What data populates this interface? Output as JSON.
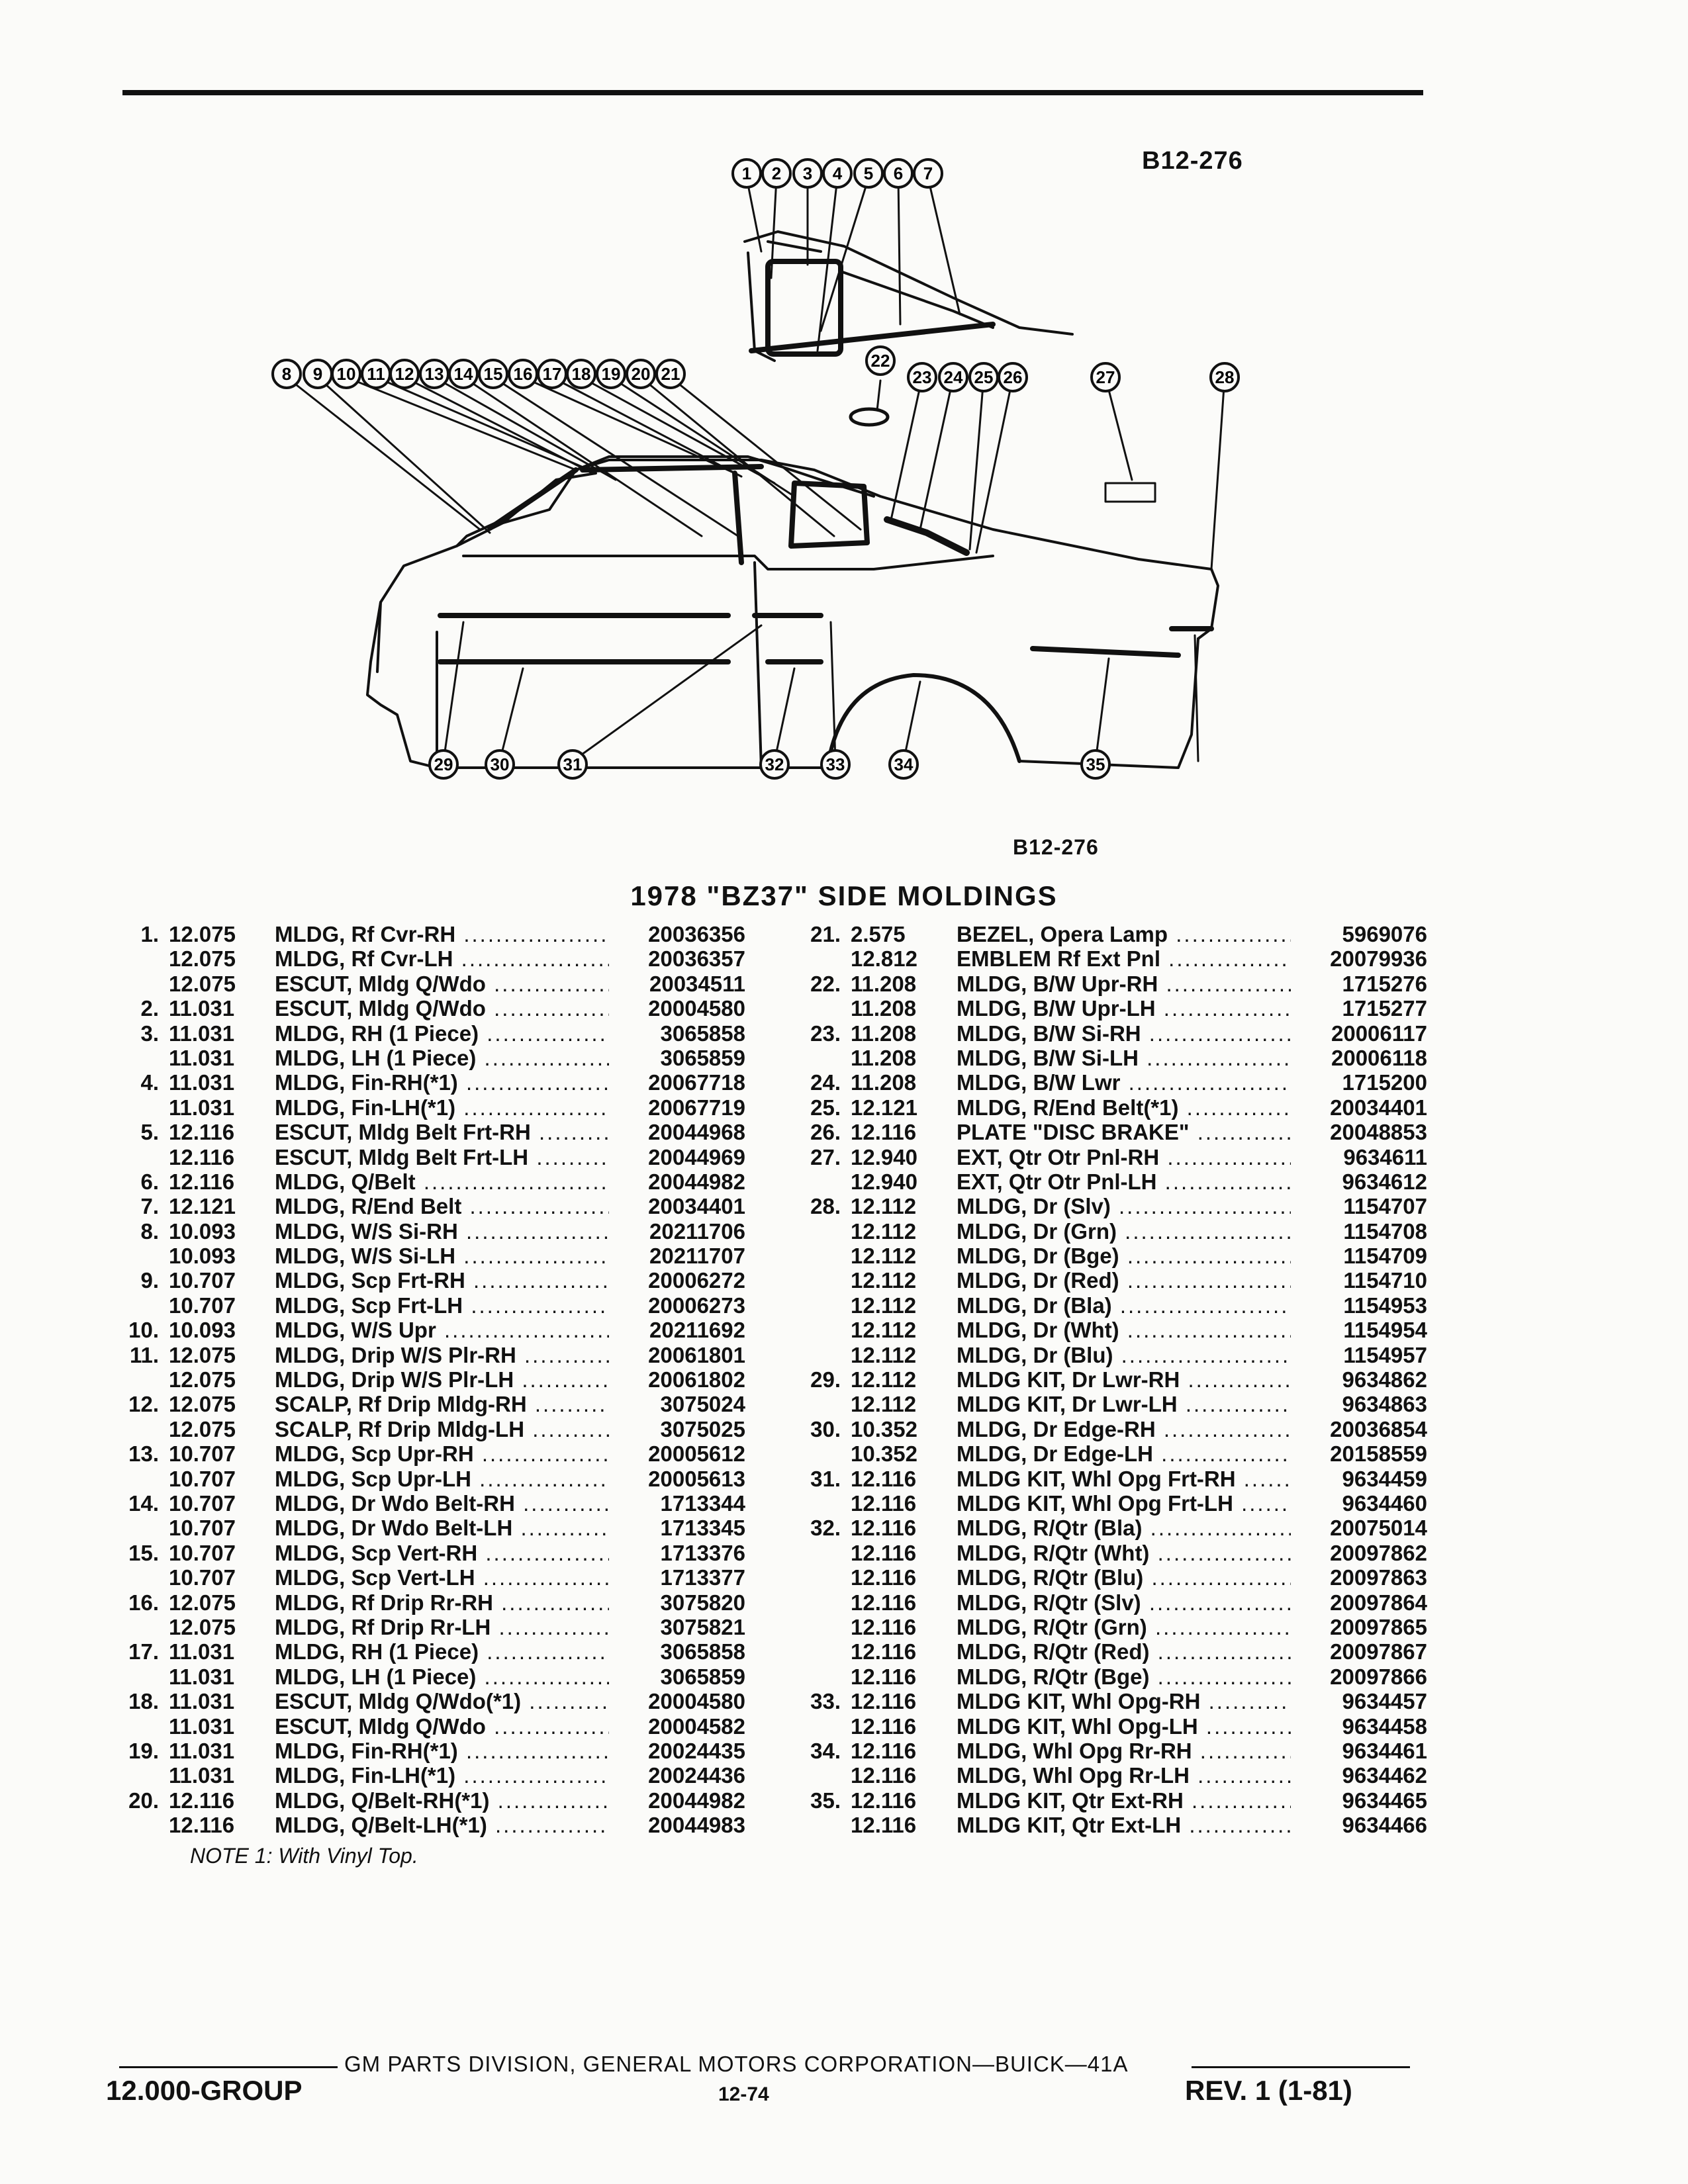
{
  "diagram": {
    "reference_top": "B12-276",
    "reference_bottom": "B12-276",
    "callouts": [
      "1",
      "2",
      "3",
      "4",
      "5",
      "6",
      "7",
      "8",
      "9",
      "10",
      "11",
      "12",
      "13",
      "14",
      "15",
      "16",
      "17",
      "18",
      "19",
      "20",
      "21",
      "22",
      "23",
      "24",
      "25",
      "26",
      "27",
      "28",
      "29",
      "30",
      "31",
      "32",
      "33",
      "34",
      "35"
    ]
  },
  "title": "1978 \"BZ37\" SIDE MOLDINGS",
  "parts_left": [
    {
      "num": "1.",
      "group": "12.075",
      "desc": "MLDG, Rf Cvr-RH",
      "part": "20036356"
    },
    {
      "num": "",
      "group": "12.075",
      "desc": "MLDG, Rf Cvr-LH",
      "part": "20036357"
    },
    {
      "num": "",
      "group": "12.075",
      "desc": "ESCUT, Mldg Q/Wdo",
      "part": "20034511"
    },
    {
      "num": "2.",
      "group": "11.031",
      "desc": "ESCUT, Mldg Q/Wdo",
      "part": "20004580"
    },
    {
      "num": "3.",
      "group": "11.031",
      "desc": "MLDG, RH (1 Piece)",
      "part": "3065858"
    },
    {
      "num": "",
      "group": "11.031",
      "desc": "MLDG, LH (1 Piece)",
      "part": "3065859"
    },
    {
      "num": "4.",
      "group": "11.031",
      "desc": "MLDG, Fin-RH(*1)",
      "part": "20067718"
    },
    {
      "num": "",
      "group": "11.031",
      "desc": "MLDG, Fin-LH(*1)",
      "part": "20067719"
    },
    {
      "num": "5.",
      "group": "12.116",
      "desc": "ESCUT, Mldg Belt Frt-RH",
      "part": "20044968"
    },
    {
      "num": "",
      "group": "12.116",
      "desc": "ESCUT, Mldg Belt Frt-LH",
      "part": "20044969"
    },
    {
      "num": "6.",
      "group": "12.116",
      "desc": "MLDG, Q/Belt",
      "part": "20044982"
    },
    {
      "num": "7.",
      "group": "12.121",
      "desc": "MLDG, R/End Belt",
      "part": "20034401"
    },
    {
      "num": "8.",
      "group": "10.093",
      "desc": "MLDG, W/S Si-RH",
      "part": "20211706"
    },
    {
      "num": "",
      "group": "10.093",
      "desc": "MLDG, W/S Si-LH",
      "part": "20211707"
    },
    {
      "num": "9.",
      "group": "10.707",
      "desc": "MLDG, Scp Frt-RH",
      "part": "20006272"
    },
    {
      "num": "",
      "group": "10.707",
      "desc": "MLDG, Scp Frt-LH",
      "part": "20006273"
    },
    {
      "num": "10.",
      "group": "10.093",
      "desc": "MLDG, W/S Upr",
      "part": "20211692"
    },
    {
      "num": "11.",
      "group": "12.075",
      "desc": "MLDG, Drip W/S Plr-RH",
      "part": "20061801"
    },
    {
      "num": "",
      "group": "12.075",
      "desc": "MLDG, Drip W/S Plr-LH",
      "part": "20061802"
    },
    {
      "num": "12.",
      "group": "12.075",
      "desc": "SCALP, Rf Drip Mldg-RH",
      "part": "3075024"
    },
    {
      "num": "",
      "group": "12.075",
      "desc": "SCALP, Rf Drip Mldg-LH",
      "part": "3075025"
    },
    {
      "num": "13.",
      "group": "10.707",
      "desc": "MLDG, Scp Upr-RH",
      "part": "20005612"
    },
    {
      "num": "",
      "group": "10.707",
      "desc": "MLDG, Scp Upr-LH",
      "part": "20005613"
    },
    {
      "num": "14.",
      "group": "10.707",
      "desc": "MLDG, Dr Wdo Belt-RH",
      "part": "1713344"
    },
    {
      "num": "",
      "group": "10.707",
      "desc": "MLDG, Dr Wdo Belt-LH",
      "part": "1713345"
    },
    {
      "num": "15.",
      "group": "10.707",
      "desc": "MLDG, Scp Vert-RH",
      "part": "1713376"
    },
    {
      "num": "",
      "group": "10.707",
      "desc": "MLDG, Scp Vert-LH",
      "part": "1713377"
    },
    {
      "num": "16.",
      "group": "12.075",
      "desc": "MLDG, Rf Drip Rr-RH",
      "part": "3075820"
    },
    {
      "num": "",
      "group": "12.075",
      "desc": "MLDG, Rf Drip Rr-LH",
      "part": "3075821"
    },
    {
      "num": "17.",
      "group": "11.031",
      "desc": "MLDG, RH (1 Piece)",
      "part": "3065858"
    },
    {
      "num": "",
      "group": "11.031",
      "desc": "MLDG, LH (1 Piece)",
      "part": "3065859"
    },
    {
      "num": "18.",
      "group": "11.031",
      "desc": "ESCUT, Mldg Q/Wdo(*1)",
      "part": "20004580"
    },
    {
      "num": "",
      "group": "11.031",
      "desc": "ESCUT, Mldg Q/Wdo",
      "part": "20004582"
    },
    {
      "num": "19.",
      "group": "11.031",
      "desc": "MLDG, Fin-RH(*1)",
      "part": "20024435"
    },
    {
      "num": "",
      "group": "11.031",
      "desc": "MLDG, Fin-LH(*1)",
      "part": "20024436"
    },
    {
      "num": "20.",
      "group": "12.116",
      "desc": "MLDG, Q/Belt-RH(*1)",
      "part": "20044982"
    },
    {
      "num": "",
      "group": "12.116",
      "desc": "MLDG, Q/Belt-LH(*1)",
      "part": "20044983"
    }
  ],
  "parts_right": [
    {
      "num": "21.",
      "group": "2.575",
      "desc": "BEZEL, Opera Lamp",
      "part": "5969076"
    },
    {
      "num": "",
      "group": "12.812",
      "desc": "EMBLEM Rf Ext Pnl",
      "part": "20079936"
    },
    {
      "num": "22.",
      "group": "11.208",
      "desc": "MLDG, B/W Upr-RH",
      "part": "1715276"
    },
    {
      "num": "",
      "group": "11.208",
      "desc": "MLDG, B/W Upr-LH",
      "part": "1715277"
    },
    {
      "num": "23.",
      "group": "11.208",
      "desc": "MLDG, B/W Si-RH",
      "part": "20006117"
    },
    {
      "num": "",
      "group": "11.208",
      "desc": "MLDG, B/W Si-LH",
      "part": "20006118"
    },
    {
      "num": "24.",
      "group": "11.208",
      "desc": "MLDG, B/W Lwr",
      "part": "1715200"
    },
    {
      "num": "25.",
      "group": "12.121",
      "desc": "MLDG, R/End Belt(*1)",
      "part": "20034401"
    },
    {
      "num": "26.",
      "group": "12.116",
      "desc": "PLATE \"DISC BRAKE\"",
      "part": "20048853"
    },
    {
      "num": "27.",
      "group": "12.940",
      "desc": "EXT, Qtr Otr Pnl-RH",
      "part": "9634611"
    },
    {
      "num": "",
      "group": "12.940",
      "desc": "EXT, Qtr Otr Pnl-LH",
      "part": "9634612"
    },
    {
      "num": "28.",
      "group": "12.112",
      "desc": "MLDG, Dr (Slv)",
      "part": "1154707"
    },
    {
      "num": "",
      "group": "12.112",
      "desc": "MLDG, Dr (Grn)",
      "part": "1154708"
    },
    {
      "num": "",
      "group": "12.112",
      "desc": "MLDG, Dr (Bge)",
      "part": "1154709"
    },
    {
      "num": "",
      "group": "12.112",
      "desc": "MLDG, Dr (Red)",
      "part": "1154710"
    },
    {
      "num": "",
      "group": "12.112",
      "desc": "MLDG, Dr (Bla)",
      "part": "1154953"
    },
    {
      "num": "",
      "group": "12.112",
      "desc": "MLDG, Dr (Wht)",
      "part": "1154954"
    },
    {
      "num": "",
      "group": "12.112",
      "desc": "MLDG, Dr (Blu)",
      "part": "1154957"
    },
    {
      "num": "29.",
      "group": "12.112",
      "desc": "MLDG KIT, Dr Lwr-RH",
      "part": "9634862"
    },
    {
      "num": "",
      "group": "12.112",
      "desc": "MLDG KIT, Dr Lwr-LH",
      "part": "9634863"
    },
    {
      "num": "30.",
      "group": "10.352",
      "desc": "MLDG, Dr Edge-RH",
      "part": "20036854"
    },
    {
      "num": "",
      "group": "10.352",
      "desc": "MLDG, Dr Edge-LH",
      "part": "20158559"
    },
    {
      "num": "31.",
      "group": "12.116",
      "desc": "MLDG KIT, Whl Opg Frt-RH",
      "part": "9634459"
    },
    {
      "num": "",
      "group": "12.116",
      "desc": "MLDG KIT, Whl Opg Frt-LH",
      "part": "9634460"
    },
    {
      "num": "32.",
      "group": "12.116",
      "desc": "MLDG, R/Qtr (Bla)",
      "part": "20075014"
    },
    {
      "num": "",
      "group": "12.116",
      "desc": "MLDG, R/Qtr (Wht)",
      "part": "20097862"
    },
    {
      "num": "",
      "group": "12.116",
      "desc": "MLDG, R/Qtr (Blu)",
      "part": "20097863"
    },
    {
      "num": "",
      "group": "12.116",
      "desc": "MLDG, R/Qtr (Slv)",
      "part": "20097864"
    },
    {
      "num": "",
      "group": "12.116",
      "desc": "MLDG, R/Qtr (Grn)",
      "part": "20097865"
    },
    {
      "num": "",
      "group": "12.116",
      "desc": "MLDG, R/Qtr (Red)",
      "part": "20097867"
    },
    {
      "num": "",
      "group": "12.116",
      "desc": "MLDG, R/Qtr (Bge)",
      "part": "20097866"
    },
    {
      "num": "33.",
      "group": "12.116",
      "desc": "MLDG KIT, Whl Opg-RH",
      "part": "9634457"
    },
    {
      "num": "",
      "group": "12.116",
      "desc": "MLDG KIT, Whl Opg-LH",
      "part": "9634458"
    },
    {
      "num": "34.",
      "group": "12.116",
      "desc": "MLDG, Whl Opg Rr-RH",
      "part": "9634461"
    },
    {
      "num": "",
      "group": "12.116",
      "desc": "MLDG, Whl Opg Rr-LH",
      "part": "9634462"
    },
    {
      "num": "35.",
      "group": "12.116",
      "desc": "MLDG KIT, Qtr Ext-RH",
      "part": "9634465"
    },
    {
      "num": "",
      "group": "12.116",
      "desc": "MLDG KIT, Qtr Ext-LH",
      "part": "9634466"
    }
  ],
  "note": "NOTE 1: With Vinyl Top.",
  "footer": {
    "center": "GM PARTS DIVISION, GENERAL MOTORS CORPORATION—BUICK—41A",
    "left": "12.000-GROUP",
    "page": "12-74",
    "right": "REV. 1 (1-81)"
  }
}
